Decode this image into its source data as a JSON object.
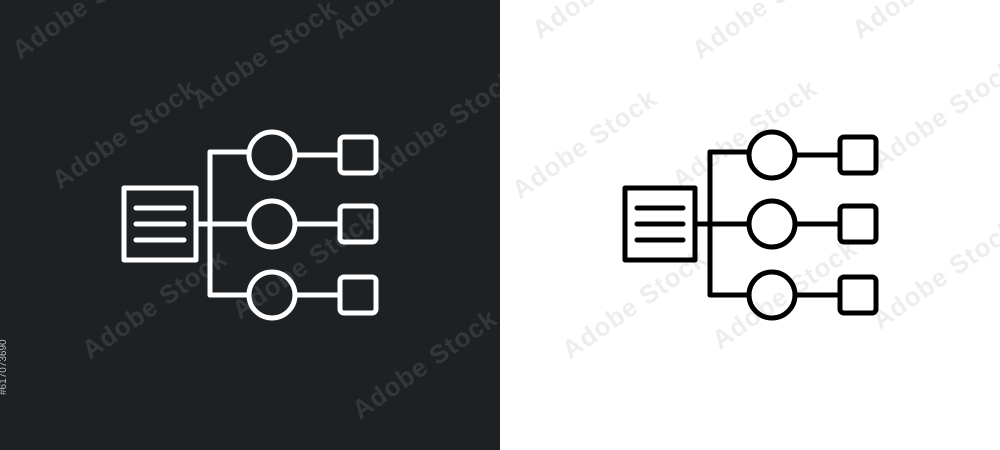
{
  "colors": {
    "dark_background": "#1d2124",
    "light_background": "#ffffff",
    "icon_on_dark": "#ffffff",
    "icon_on_light": "#000000"
  },
  "icon": {
    "name": "hierarchy-structure-outline-icon",
    "variants": [
      "white-outline-on-dark",
      "black-outline-on-white"
    ]
  },
  "watermark": {
    "text": "Adobe Stock",
    "stock_id": "#617073690"
  }
}
